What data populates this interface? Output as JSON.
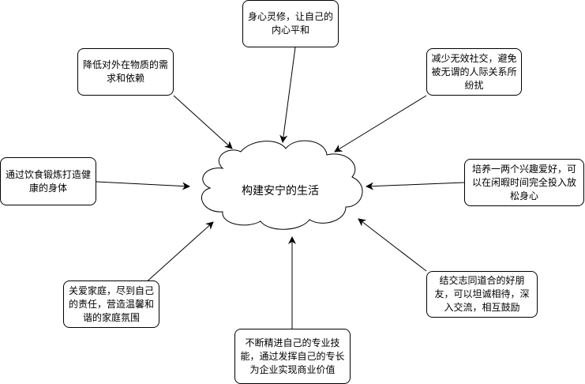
{
  "diagram": {
    "center": {
      "label": "构建安宁的生活"
    },
    "nodes": [
      {
        "id": "top",
        "label": "身心灵修，让自己的内心平和"
      },
      {
        "id": "top-left",
        "label": "降低对外在物质的需求和依赖"
      },
      {
        "id": "top-right",
        "label": "减少无效社交，避免被无谓的人际关系所纷扰"
      },
      {
        "id": "left",
        "label": "通过饮食锻炼打造健康的身体"
      },
      {
        "id": "right",
        "label": "培养一两个兴趣爱好，可以在闲暇时间完全投入放松身心"
      },
      {
        "id": "bottom-left",
        "label": "关爱家庭，尽到自己的责任，营造温馨和谐的家庭氛围"
      },
      {
        "id": "bottom-right",
        "label": "结交志同道合的好朋友，可以坦诚相待，深入交流，相互鼓励"
      },
      {
        "id": "bottom",
        "label": "不断精进自己的专业技能，通过发挥自己的专长为企业实现商业价值"
      }
    ],
    "colors": {
      "stroke": "#000000",
      "fill": "#ffffff"
    }
  }
}
